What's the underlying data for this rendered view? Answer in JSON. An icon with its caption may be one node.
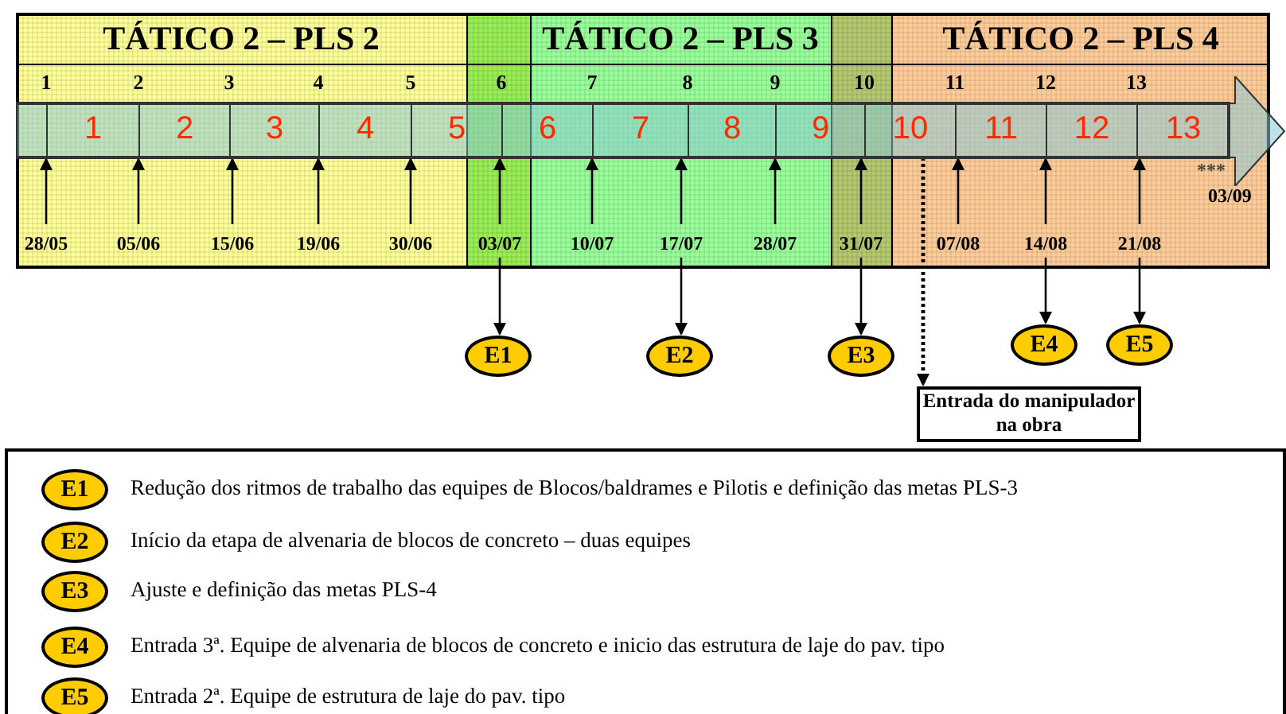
{
  "diagram": {
    "nodes": [
      {
        "text": [
          "TÁTICO 2 – PLS 2"
        ]
      },
      {
        "text": [
          "TÁTICO 2 – PLS 3"
        ]
      },
      {
        "text": [
          "TÁTICO 2 – PLS 4"
        ]
      },
      {
        "text": [],
        "shape": "bar"
      },
      {
        "text": [
          "1"
        ],
        "in": 3
      },
      {
        "text": [
          "2"
        ],
        "in": 3
      },
      {
        "text": [
          "3"
        ],
        "in": 3
      },
      {
        "text": [
          "4"
        ],
        "in": 3
      },
      {
        "text": [
          "5"
        ],
        "in": 3
      },
      {
        "text": [
          "6"
        ],
        "in": 3
      },
      {
        "text": [
          "7"
        ],
        "in": 3
      },
      {
        "text": [
          "8"
        ],
        "in": 3
      },
      {
        "text": [
          "9"
        ],
        "in": 3
      },
      {
        "text": [
          "10"
        ],
        "in": 3
      },
      {
        "text": [
          "11"
        ],
        "in": 3
      },
      {
        "text": [
          "12"
        ],
        "in": 3
      },
      {
        "text": [
          "13"
        ],
        "in": 3
      },
      {
        "text": [
          "28/05"
        ]
      },
      {
        "text": [
          "05/06"
        ]
      },
      {
        "text": [
          "15/06"
        ]
      },
      {
        "text": [
          "19/06"
        ]
      },
      {
        "text": [
          "30/06"
        ]
      },
      {
        "text": [
          "03/07"
        ]
      },
      {
        "text": [
          "10/07"
        ]
      },
      {
        "text": [
          "17/07"
        ]
      },
      {
        "text": [
          "28/07"
        ]
      },
      {
        "text": [
          "31/07"
        ]
      },
      {
        "text": [
          "07/08"
        ]
      },
      {
        "text": [
          "14/08"
        ]
      },
      {
        "text": [
          "21/08"
        ]
      },
      {
        "text": [
          "E1"
        ]
      },
      {
        "text": [
          "E2"
        ]
      },
      {
        "text": [
          "E3"
        ]
      },
      {
        "text": [
          "E4"
        ]
      },
      {
        "text": [
          "E5"
        ]
      },
      {
        "text": [
          "Entrada do manipulador na obra"
        ]
      },
      {
        "text": [],
        "shape": "box"
      },
      {
        "text": [
          "E1"
        ],
        "in": 36,
        "beside": [
          "Redução dos ritmos de trabalho das equipes de Blocos/baldrames e Pilotis e definição das metas PLS-3"
        ]
      },
      {
        "text": [
          "E2"
        ],
        "in": 36,
        "beside": [
          "Início da etapa de alvenaria de blocos de concreto – duas equipes"
        ]
      },
      {
        "text": [
          "E3"
        ],
        "in": 36,
        "beside": [
          "Ajuste e definição das metas PLS-4"
        ]
      },
      {
        "text": [
          "E4"
        ],
        "in": 36,
        "beside": [
          "Entrada 3ª. Equipe de alvenaria de blocos de concreto e inicio das estrutura de laje do pav. tipo"
        ]
      },
      {
        "text": [
          "E5"
        ],
        "in": 36,
        "beside": [
          "Entrada 2ª. Equipe de estrutura de laje do pav. tipo"
        ]
      }
    ],
    "edges": [
      {
        "from": 17,
        "to": 3,
        "arrow": "to"
      },
      {
        "from": 18,
        "to": 3,
        "arrow": "to"
      },
      {
        "from": 19,
        "to": 3,
        "arrow": "to"
      },
      {
        "from": 20,
        "to": 3,
        "arrow": "to"
      },
      {
        "from": 21,
        "to": 3,
        "arrow": "to"
      },
      {
        "from": 22,
        "to": 3,
        "arrow": "to"
      },
      {
        "from": 23,
        "to": 3,
        "arrow": "to"
      },
      {
        "from": 24,
        "to": 3,
        "arrow": "to"
      },
      {
        "from": 25,
        "to": 3,
        "arrow": "to"
      },
      {
        "from": 26,
        "to": 3,
        "arrow": "to"
      },
      {
        "from": 27,
        "to": 3,
        "arrow": "to"
      },
      {
        "from": 28,
        "to": 3,
        "arrow": "to"
      },
      {
        "from": 29,
        "to": 3,
        "arrow": "to"
      },
      {
        "from": 22,
        "to": 30,
        "arrow": "to"
      },
      {
        "from": 24,
        "to": 31,
        "arrow": "to"
      },
      {
        "from": 26,
        "to": 32,
        "arrow": "to"
      },
      {
        "from": 28,
        "to": 33,
        "arrow": "to"
      },
      {
        "from": 29,
        "to": 34,
        "arrow": "to"
      },
      {
        "from": 3,
        "to": 35,
        "arrow": "to",
        "style": "dashed"
      }
    ],
    "labels": [
      "1",
      "2",
      "3",
      "4",
      "5",
      "6",
      "7",
      "8",
      "9",
      "10",
      "11",
      "12",
      "13",
      "***",
      "03/09"
    ]
  }
}
